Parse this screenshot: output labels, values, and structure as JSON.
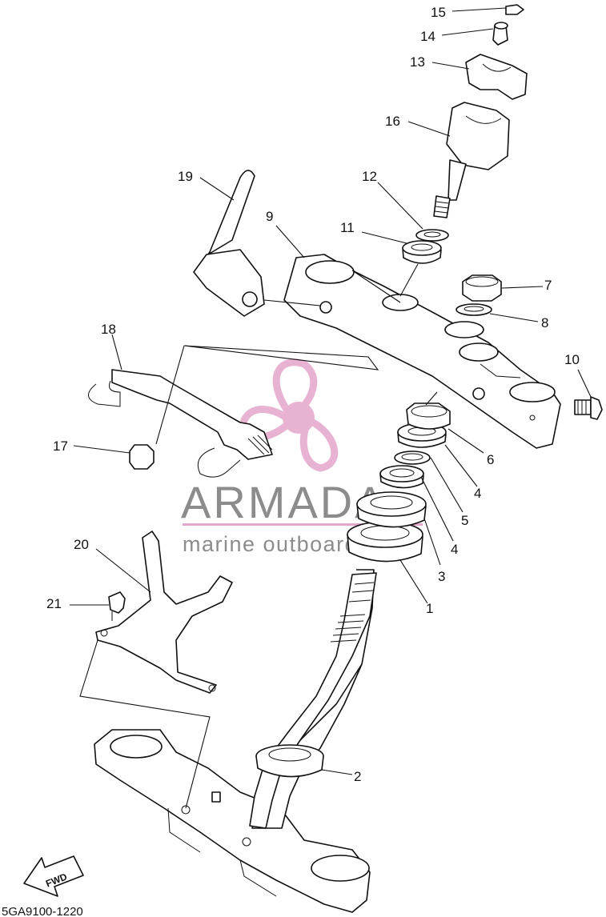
{
  "diagram": {
    "part_labels": [
      "1",
      "2",
      "3",
      "4",
      "4",
      "5",
      "6",
      "7",
      "8",
      "9",
      "10",
      "11",
      "12",
      "13",
      "14",
      "15",
      "16",
      "17",
      "18",
      "19",
      "20",
      "21"
    ],
    "drawing_code": "5GA9100-1220",
    "fwd_label": "FWD"
  },
  "watermark": {
    "brand": "ARMADA",
    "tagline": "marine outboards",
    "colors": {
      "accent": "#e4a6cb",
      "text": "#8c8c8c"
    }
  }
}
